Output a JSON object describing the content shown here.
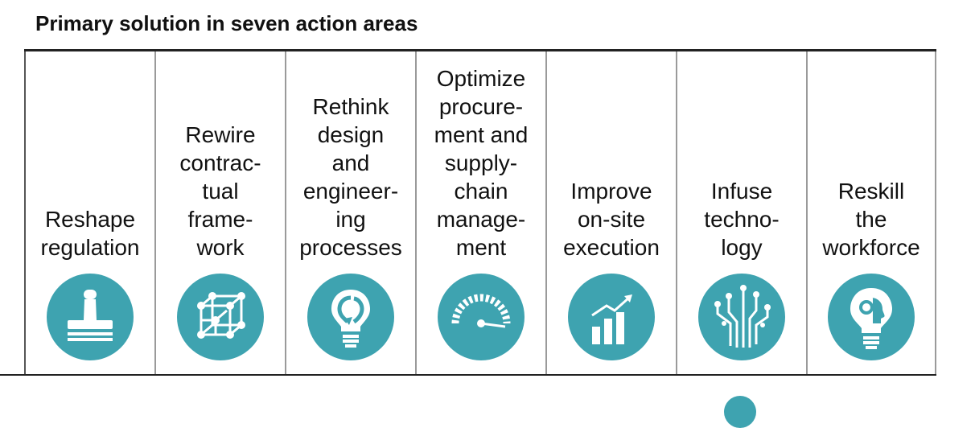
{
  "title": "Primary solution in seven action areas",
  "accent_color": "#3ea3b0",
  "areas": [
    {
      "label": "Reshape\nregulation",
      "icon": "stamp-icon"
    },
    {
      "label": "Rewire\ncontrac-\ntual\nframe-\nwork",
      "icon": "cube-network-icon"
    },
    {
      "label": "Rethink\ndesign\nand\nengineer-\ning\nprocesses",
      "icon": "lightbulb-cycle-icon"
    },
    {
      "label": "Optimize\nprocure-\nment and\nsupply-\nchain\nmanage-\nment",
      "icon": "speedometer-icon"
    },
    {
      "label": "Improve\non-site\nexecution",
      "icon": "bar-chart-growth-icon"
    },
    {
      "label": "Infuse\ntechno-\nlogy",
      "icon": "circuit-icon"
    },
    {
      "label": "Reskill\nthe\nworkforce",
      "icon": "lightbulb-head-icon"
    }
  ]
}
